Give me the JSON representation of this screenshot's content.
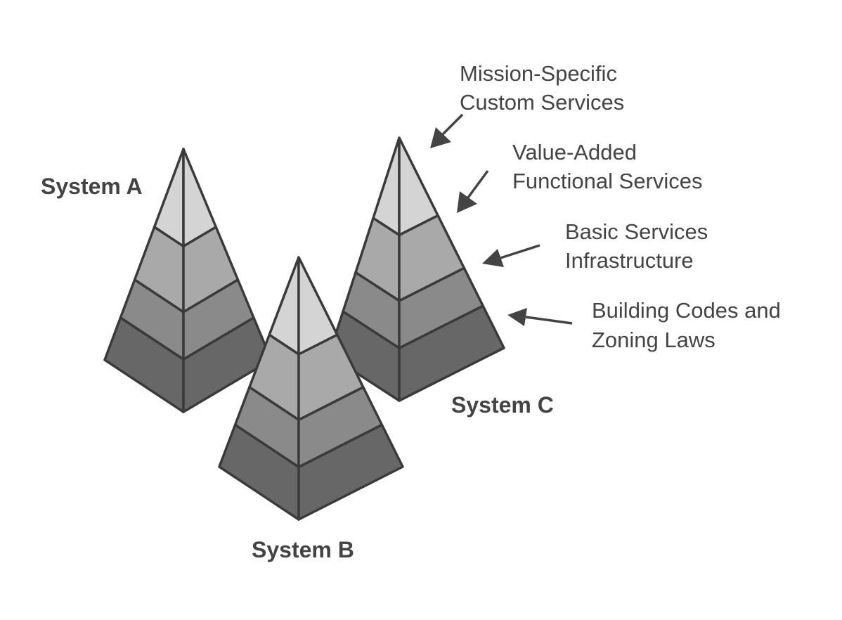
{
  "systems": [
    {
      "id": "a",
      "label": "System A"
    },
    {
      "id": "b",
      "label": "System B"
    },
    {
      "id": "c",
      "label": "System C"
    }
  ],
  "layers": [
    {
      "line1": "Mission-Specific",
      "line2": "Custom Services"
    },
    {
      "line1": "Value-Added",
      "line2": "Functional Services"
    },
    {
      "line1": "Basic Services",
      "line2": "Infrastructure"
    },
    {
      "line1": "Building Codes and",
      "line2": "Zoning Laws"
    }
  ],
  "colors": {
    "tier_left": [
      "#d4d4d4",
      "#a9a9a9",
      "#8a8a8a",
      "#676767"
    ],
    "tier_right": [
      "#d4d4d4",
      "#a9a9a9",
      "#8a8a8a",
      "#676767"
    ],
    "edge": "#3a3a3a",
    "text": "#444444"
  }
}
